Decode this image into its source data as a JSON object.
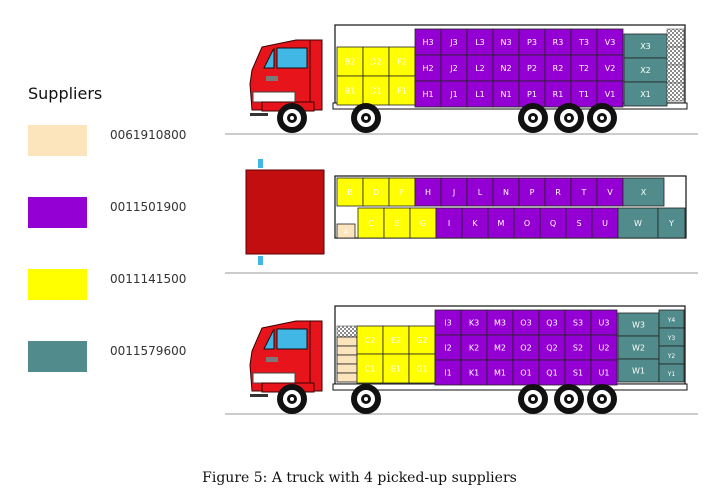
{
  "legend": {
    "title": "Suppliers",
    "items": [
      {
        "code": "0061910800",
        "color": "#fce4bd"
      },
      {
        "code": "0011501900",
        "color": "#9400d3"
      },
      {
        "code": "0011141500",
        "color": "#ffff00"
      },
      {
        "code": "0011579600",
        "color": "#528b8b"
      }
    ]
  },
  "caption": "Figure 5: A truck with 4 picked-up suppliers",
  "colors": {
    "beige": "#fce4bd",
    "purple": "#9400d3",
    "yellow": "#ffff00",
    "teal": "#528b8b",
    "cab_red": "#e8141b",
    "cab_dark_red": "#c20e0e",
    "window_blue": "#41b7e6",
    "ground": "#999999"
  },
  "truck1": {
    "yellow_top": [
      "B2",
      "D2",
      "F2"
    ],
    "yellow_bottom": [
      "B1",
      "D1",
      "F1"
    ],
    "purple_rows": [
      [
        "H3",
        "J3",
        "L3",
        "N3",
        "P3",
        "R3",
        "T3",
        "V3"
      ],
      [
        "H2",
        "J2",
        "L2",
        "N2",
        "P2",
        "R2",
        "T2",
        "V2"
      ],
      [
        "H1",
        "J1",
        "L1",
        "N1",
        "P1",
        "R1",
        "T1",
        "V1"
      ]
    ],
    "teal": [
      "X3",
      "X2",
      "X1"
    ]
  },
  "truck2": {
    "yellow_top": [
      "B",
      "D",
      "F"
    ],
    "purple_top": [
      "H",
      "J",
      "L",
      "N",
      "P",
      "R",
      "T",
      "V"
    ],
    "teal_top": [
      "X"
    ],
    "beige_bottom": [
      "A"
    ],
    "yellow_bottom": [
      "C",
      "E",
      "G"
    ],
    "purple_bottom": [
      "I",
      "K",
      "M",
      "O",
      "Q",
      "S",
      "U"
    ],
    "teal_bottom": [
      "W",
      "Y"
    ]
  },
  "truck3": {
    "yellow_top": [
      "C2",
      "E2",
      "G2"
    ],
    "yellow_bottom": [
      "C1",
      "E1",
      "G1"
    ],
    "purple_rows": [
      [
        "I3",
        "K3",
        "M3",
        "O3",
        "Q3",
        "S3",
        "U3"
      ],
      [
        "I2",
        "K2",
        "M2",
        "O2",
        "Q2",
        "S2",
        "U2"
      ],
      [
        "I1",
        "K1",
        "M1",
        "O1",
        "Q1",
        "S1",
        "U1"
      ]
    ],
    "teal_w": [
      "W3",
      "W2",
      "W1"
    ],
    "teal_y": [
      "Y4",
      "Y3",
      "Y2",
      "Y1"
    ]
  }
}
